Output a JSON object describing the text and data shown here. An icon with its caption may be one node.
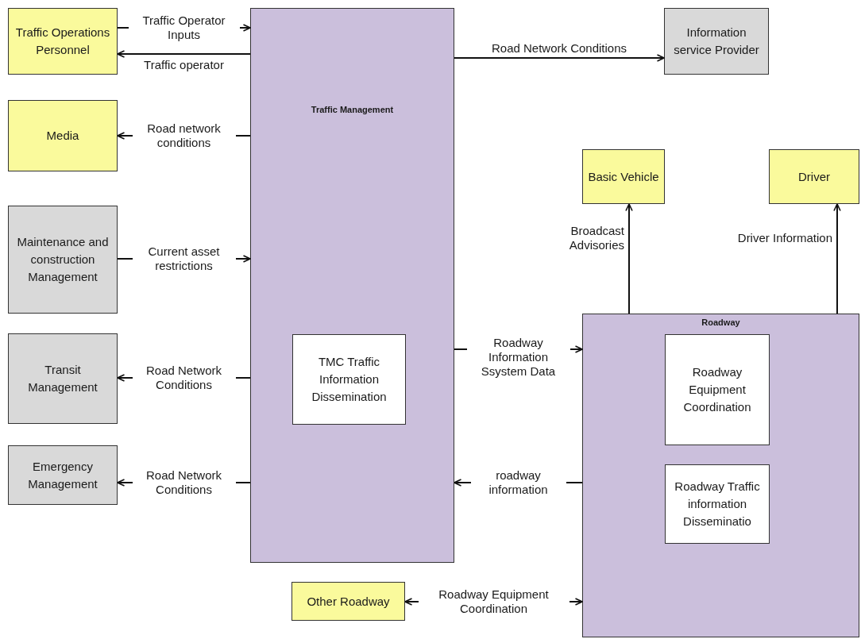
{
  "diagram": {
    "nodes": [
      {
        "text": [
          "Traffic Operations Personnel"
        ]
      },
      {
        "text": [
          "Traffic Management"
        ]
      },
      {
        "text": [
          "TMC Traffic Information Dissemination"
        ],
        "in": 1
      },
      {
        "text": [
          "Information service Provider"
        ]
      },
      {
        "text": [
          "Media"
        ]
      },
      {
        "text": [
          "Basic Vehicle"
        ]
      },
      {
        "text": [
          "Driver"
        ]
      },
      {
        "text": [
          "Maintenance and construction Management"
        ]
      },
      {
        "text": [
          "Transit Management"
        ]
      },
      {
        "text": [
          "Emergency Management"
        ]
      },
      {
        "text": [
          "Roadway"
        ]
      },
      {
        "text": [
          "Roadway Equipment Coordination"
        ],
        "in": 10
      },
      {
        "text": [
          "Roadway Traffic information Disseminatio"
        ],
        "in": 10
      },
      {
        "text": [
          "Other Roadway"
        ]
      }
    ],
    "edges": [
      {
        "from": 0,
        "to": 1,
        "arrow": "to",
        "label": "Traffic Operator Inputs"
      },
      {
        "from": 1,
        "to": 0,
        "arrow": "to",
        "label": "Traffic operator"
      },
      {
        "from": 1,
        "to": 3,
        "arrow": "to",
        "label": "Road Network Conditions"
      },
      {
        "from": 1,
        "to": 4,
        "arrow": "to",
        "label": "Road network conditions"
      },
      {
        "from": 7,
        "to": 1,
        "arrow": "to",
        "label": "Current asset restrictions"
      },
      {
        "from": 1,
        "to": 8,
        "arrow": "to",
        "label": "Road Network Conditions"
      },
      {
        "from": 1,
        "to": 9,
        "arrow": "to",
        "label": "Road Network Conditions"
      },
      {
        "from": 1,
        "to": 10,
        "arrow": "to",
        "label": "Roadway Information Ssystem Data"
      },
      {
        "from": 10,
        "to": 1,
        "arrow": "to",
        "label": "roadway information"
      },
      {
        "from": 10,
        "to": 5,
        "arrow": "to",
        "label": "Broadcast Advisories"
      },
      {
        "from": 10,
        "to": 6,
        "arrow": "to",
        "label": "Driver Information"
      },
      {
        "from": 13,
        "to": 10,
        "arrow": "both",
        "label": "Roadway Equipment Coordination"
      }
    ]
  }
}
